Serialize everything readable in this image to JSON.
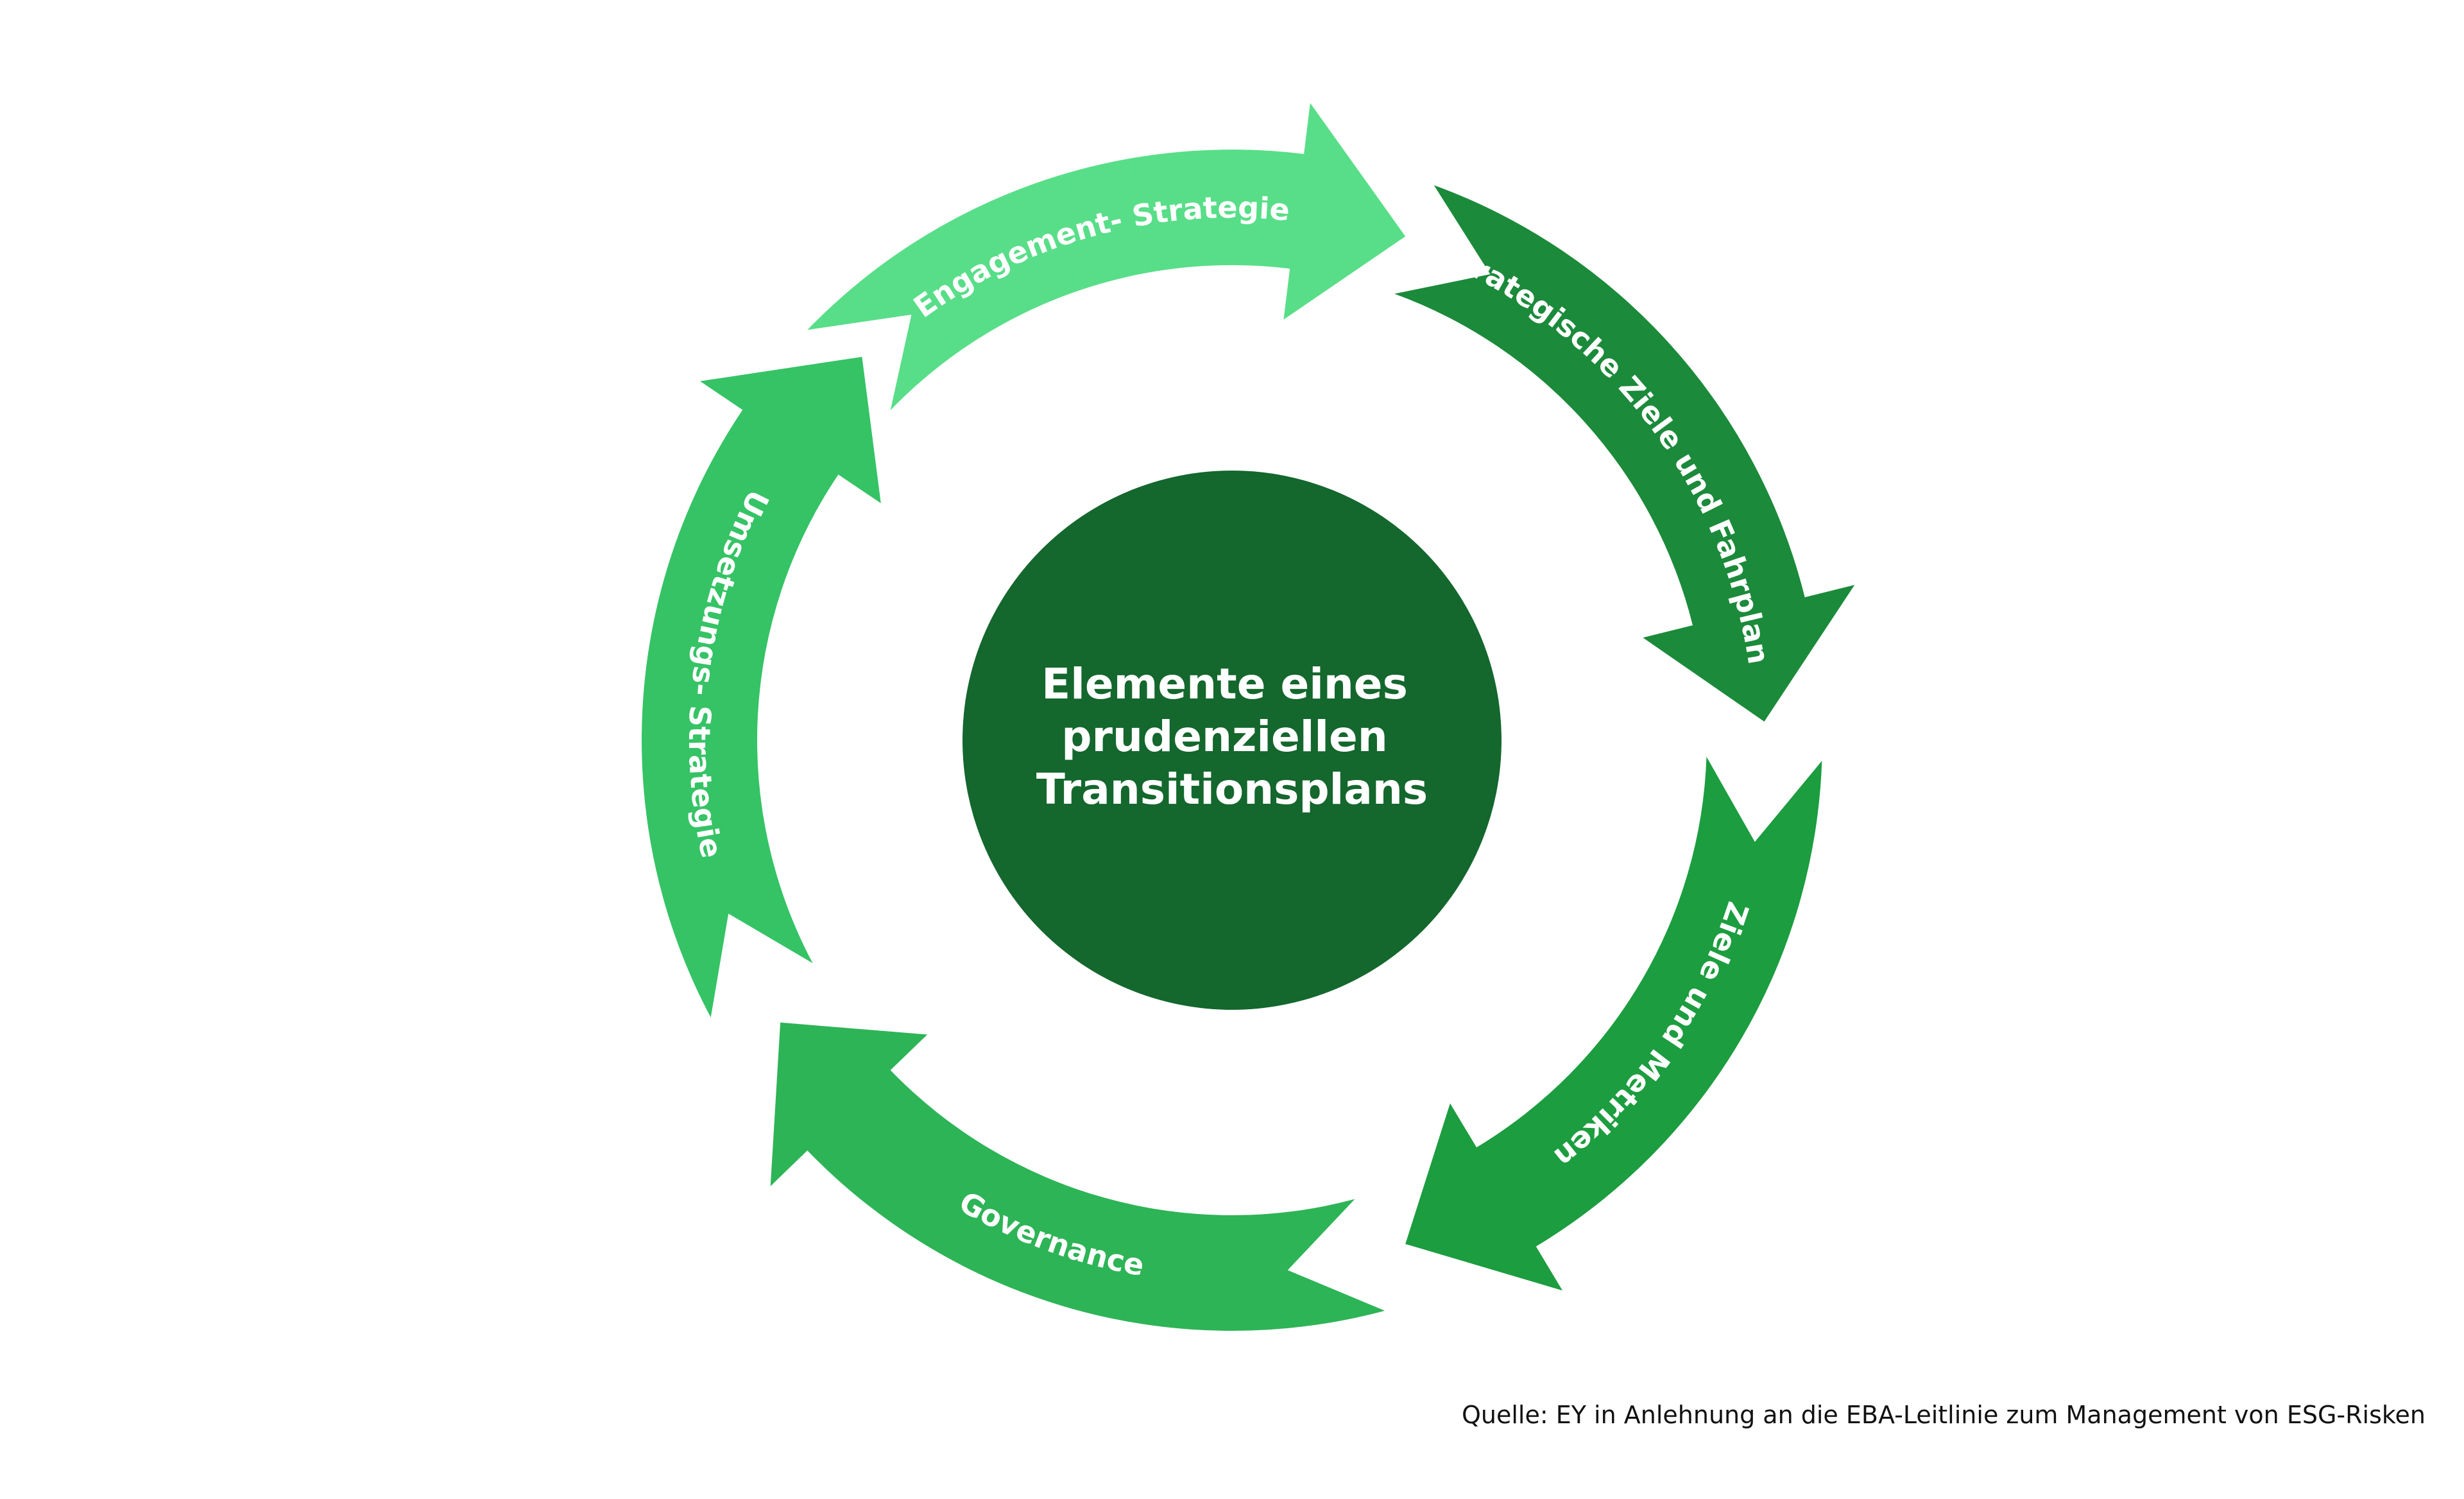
{
  "center": {
    "lines": [
      "Elemente eines",
      "prudenziellen",
      "Transitionsplans"
    ],
    "color": "#14672D"
  },
  "cycle": [
    {
      "label": "Strategische Ziele und Fahrplan",
      "color": "#1B8A3A"
    },
    {
      "label": "Ziele und Metriken",
      "color": "#1C9D3F"
    },
    {
      "label": "Governance",
      "color": "#2DB456"
    },
    {
      "label": "Umsetzungs- Strategie",
      "color": "#35C365"
    },
    {
      "label": "Engagement- Strategie",
      "color": "#58DE88"
    }
  ],
  "source": "Quelle: EY in Anlehnung an die EBA-Leitlinie zum Management von ESG-Risken",
  "background": "#FFFFFF"
}
